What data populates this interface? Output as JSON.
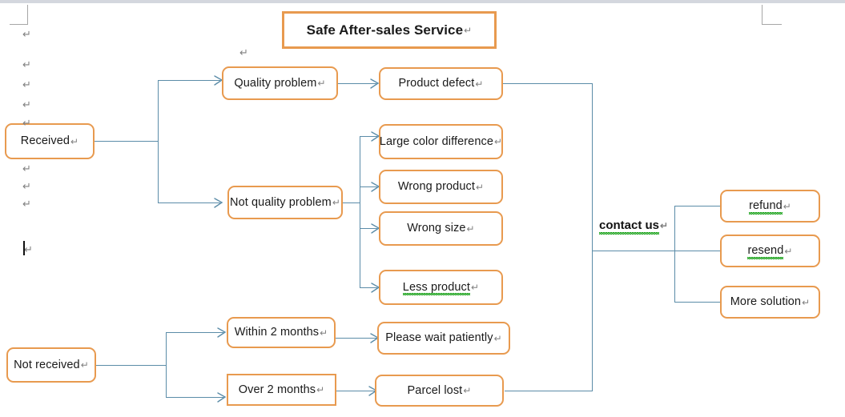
{
  "document": {
    "pilcrow_glyph": "↵",
    "title_node": {
      "label": "Safe After-sales Service"
    },
    "stray_marks": [
      {
        "glyph": "↵"
      },
      {
        "glyph": "↵"
      },
      {
        "glyph": "↵"
      },
      {
        "glyph": "↵"
      },
      {
        "glyph": "↵"
      },
      {
        "glyph": "↵"
      },
      {
        "glyph": "↵"
      },
      {
        "glyph": "↵"
      },
      {
        "glyph": "↵"
      }
    ]
  },
  "colors": {
    "node_border": "#E89A4F",
    "connector": "#5B8CA8",
    "text": "#1a1a1a",
    "spellcheck_underline": "#15a015",
    "margin_mark": "#a6a6a6"
  },
  "nodes": {
    "received": {
      "label": "Received"
    },
    "not_received": {
      "label": "Not received"
    },
    "quality_problem": {
      "label": "Quality problem"
    },
    "not_quality_problem": {
      "label": "Not quality problem"
    },
    "product_defect": {
      "label": "Product defect"
    },
    "large_color_difference": {
      "label": "Large color difference"
    },
    "wrong_product": {
      "label": "Wrong product"
    },
    "wrong_size": {
      "label": "Wrong size"
    },
    "less_product": {
      "label": "Less product"
    },
    "within_2_months": {
      "label": "Within 2 months"
    },
    "over_2_months": {
      "label": "Over 2 months"
    },
    "please_wait_patiently": {
      "label": "Please wait patiently"
    },
    "parcel_lost": {
      "label": "Parcel lost"
    },
    "contact_us": {
      "label": "contact us"
    },
    "refund": {
      "label": "refund"
    },
    "resend": {
      "label": "resend"
    },
    "more_solution": {
      "label": "More solution"
    }
  }
}
